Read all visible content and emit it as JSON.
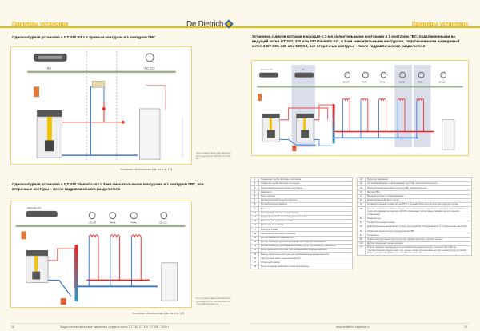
{
  "header": {
    "left_section": "Примеры установок",
    "right_section": "Примеры установок",
    "logo": "De Dietrich"
  },
  "left_page": {
    "scheme1": {
      "title": "Одноконтурная установка с GT 330 B3 с 1 прямым контуром и 1 контуром ГВС",
      "labels": [
        "B3",
        "AD 212"
      ],
      "note": "Этот пример также действителен для моделей GT 430 B3 и GT 530 B3",
      "legend_ref": "Условные обозначения (см. на стр. 19)"
    },
    "scheme2": {
      "title": "Одноконтурная установка с GT 330 Diematic-m3 с 3-мя смесительными контурами и 1 контуром ГВС, все вторичные контуры – после гидравлического разделителя",
      "labels": [
        "Diematic-m3",
        "AD199",
        "FM48",
        "FM48",
        "AD 212"
      ],
      "note": "Этот пример также действителен для моделей GT 430 Diematic-m3 и GT 530 Diematic-m3",
      "legend_ref": "Условные обозначения (см. на стр. 19)"
    },
    "footer": {
      "page": "18",
      "text": "Жидкотопливные/газовые напольные чугунные котлы GT 330, GT 430, GT 530 - 2009 г"
    }
  },
  "right_page": {
    "scheme3": {
      "title": "Установка с двумя котлами в каскаде с 3-мя смесительными контурами и 1 контуром ГВС, подключенными на ведущий котел GT 330, 430 или 530 Diematic-m3, и 2-мя смесительными контурами, подключенными на ведомый котел 2 GT 330, 430 или 530 K3, все вторичные контуры – после гидравлического разделителя",
      "labels": [
        "Diematic-m3",
        "K3",
        "AD199",
        "FM48",
        "FM48",
        "AD249",
        "FM48",
        "AD 212"
      ]
    },
    "legend_left": [
      {
        "n": "1",
        "t": "Подающая труба системы отопления"
      },
      {
        "n": "2",
        "t": "Обратная труба системы отопления"
      },
      {
        "n": "3",
        "t": "Предохранительный клапан на 3 бара"
      },
      {
        "n": "4",
        "t": "Манометр"
      },
      {
        "n": "5",
        "t": "Реле протока"
      },
      {
        "n": "7",
        "t": "Автоматический воздухоотводчик"
      },
      {
        "n": "8",
        "t": "Ручной воздухоотводчик"
      },
      {
        "n": "9",
        "t": "Вентиль"
      },
      {
        "n": "10",
        "t": "Трехходовой смесительный клапан"
      },
      {
        "n": "11",
        "t": "Циркуляционный насос контура отопления"
      },
      {
        "n": "12",
        "t": "Вентиль для удаления шлама"
      },
      {
        "n": "16",
        "t": "Расширительный бак"
      },
      {
        "n": "17",
        "t": "Кран для слива"
      },
      {
        "n": "18",
        "t": "Заполнение системы отопления"
      },
      {
        "n": "21",
        "t": "Датчик наружной температуры"
      },
      {
        "n": "22",
        "t": "Датчик температуры котловой воды системы регулирования"
      },
      {
        "n": "23",
        "t": "Датчик температуры подающей линии после трехходового смесителя"
      },
      {
        "n": "24",
        "t": "Вход первичного контура (теплообменника) водонагревателя"
      },
      {
        "n": "25",
        "t": "Выход первичного контура (теплообменника) водонагревателя"
      },
      {
        "n": "26",
        "t": "Загрузочный насос водонагревателя"
      },
      {
        "n": "27",
        "t": "Обратный клапан"
      },
      {
        "n": "28",
        "t": "Вход холодной санитарно-технической воды"
      }
    ],
    "legend_right": [
      {
        "n": "29",
        "t": "Редуктор давления"
      },
      {
        "n": "30",
        "t": "Опломбированная и тарированная на 7 бар группа безопасности"
      },
      {
        "n": "32",
        "t": "Рециркуляционный насос контура ГВС (необязательно)"
      },
      {
        "n": "33",
        "t": "Датчик ГВС"
      },
      {
        "n": "34",
        "t": "Входной клапан с сервоприводом"
      },
      {
        "n": "35",
        "t": "Циркуляционный насос котла"
      },
      {
        "n": "44",
        "t": "Ограничительный термостат на 65°C с ручным сбросом для контура «теплого пола»"
      },
      {
        "n": "48",
        "t": "Контактор является обязательным, если необходимо подключить горелку к сети трехфазного тока, или параметры горелки (230 В) превышают допустимые параметры для панели управления"
      },
      {
        "n": "50",
        "t": "Разделитель"
      },
      {
        "n": "51",
        "t": "Термостатический клапан"
      },
      {
        "n": "52",
        "t": "Дифференциальный клапан (только для моделей, оборудованных 3-х скоростным насосом)"
      },
      {
        "n": "56",
        "t": "Обратная линия контура рециркуляции ГВС"
      },
      {
        "n": "61",
        "t": "Термометр"
      },
      {
        "n": "65",
        "t": "Низкотемпературный контур (контур радиаторов или «теплого пола»)"
      },
      {
        "n": "123",
        "t": "Датчик подающей линии каскада"
      },
      {
        "n": "(*)",
        "t": "В этом примере рекомендуется установка погружной датчик с гильзой (AD 236) на гидравлическом разделителе. Но, можно также использовать датчик температуры котловой воды, поставляемый вместе с GT 330 Diematic-m3"
      }
    ],
    "footer": {
      "url": "www.dedietrich-otoplenie.ru",
      "page": "19"
    }
  }
}
